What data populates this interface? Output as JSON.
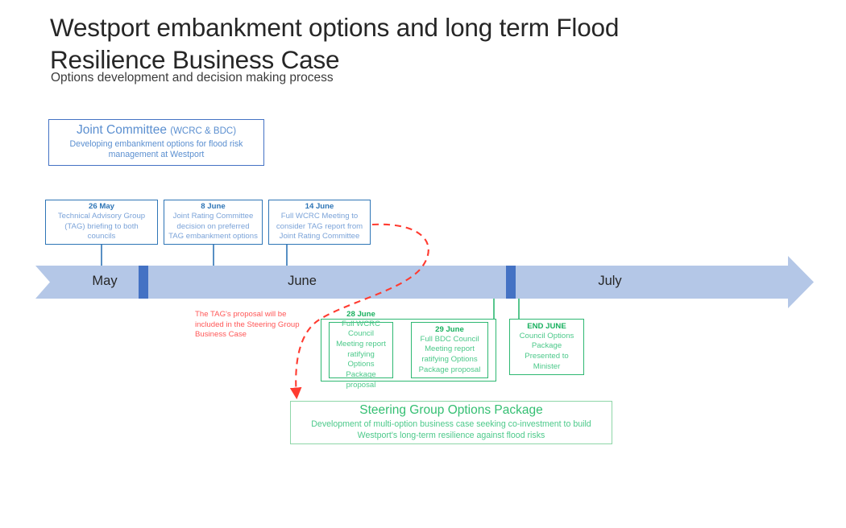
{
  "header": {
    "title": "Westport embankment options and long term Flood Resilience Business Case",
    "subtitle": "Options development and decision making process"
  },
  "colors": {
    "timeline_band": "#b4c7e7",
    "timeline_divider": "#4472c4",
    "blue_accent": "#2e75b6",
    "blue_text": "#7ba3d8",
    "green_accent": "#2eb872",
    "green_text": "#4cc98a",
    "red_annotation": "#ff5757"
  },
  "joint_committee": {
    "title": "Joint Committee",
    "title_suffix": "(WCRC & BDC)",
    "description": "Developing embankment options for flood risk management at Westport"
  },
  "timeline": {
    "months": [
      {
        "label": "May"
      },
      {
        "label": "June"
      },
      {
        "label": "July"
      }
    ]
  },
  "milestones_above": [
    {
      "date": "26 May",
      "description": "Technical Advisory Group (TAG) briefing to both councils"
    },
    {
      "date": "8 June",
      "description": "Joint Rating Committee decision on preferred TAG embankment options"
    },
    {
      "date": "14 June",
      "description": "Full WCRC Meeting to consider TAG report from Joint Rating Committee"
    }
  ],
  "milestones_below": [
    {
      "date": "28 June",
      "description": "Full WCRC Council Meeting report ratifying Options Package proposal"
    },
    {
      "date": "29 June",
      "description": "Full BDC Council Meeting report ratifying Options Package proposal"
    },
    {
      "date": "END JUNE",
      "description": "Council Options Package Presented to Minister"
    }
  ],
  "annotation": {
    "text": "The TAG's proposal will be included in the Steering Group Business Case"
  },
  "steering_group": {
    "title": "Steering Group Options Package",
    "description": "Development of multi-option business case seeking co-investment to build Westport's long-term resilience against flood risks"
  }
}
